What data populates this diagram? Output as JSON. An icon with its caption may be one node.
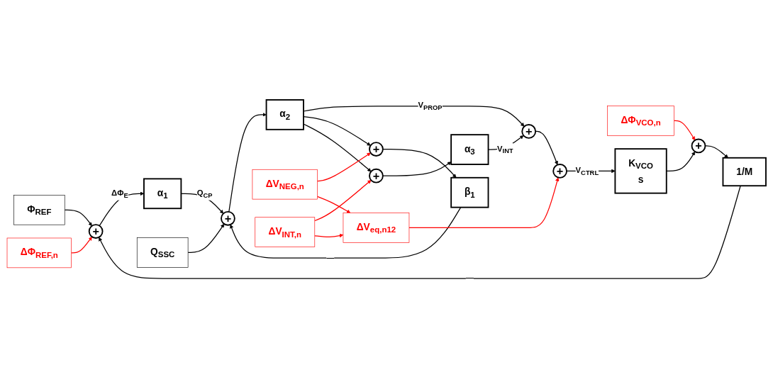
{
  "diagram": {
    "nodes": [
      {
        "text": [
          "Φ$_{REF}$"
        ]
      },
      {
        "text": [
          "ΔΦ$_{REF,n}$"
        ]
      },
      {
        "text": [
          "+"
        ]
      },
      {
        "text": [
          "α$_{1}$"
        ]
      },
      {
        "text": [
          "Q$_{SSC}$"
        ]
      },
      {
        "text": [
          "+"
        ]
      },
      {
        "text": [
          "α$_{2}$"
        ]
      },
      {
        "text": [
          "+"
        ]
      },
      {
        "text": [
          "β$_{1}$"
        ]
      },
      {
        "text": [
          "+"
        ]
      },
      {
        "text": [
          "+"
        ]
      },
      {
        "text": [
          "α$_{3}$"
        ]
      },
      {
        "text": [
          "ΔV$_{NEG,n}$"
        ]
      },
      {
        "text": [
          "ΔV$_{INT,n}$"
        ]
      },
      {
        "text": [
          "ΔΦ$_{VCO,n}$"
        ]
      },
      {
        "text": [
          "ΔV$_{eq,n12}$"
        ]
      },
      {
        "text": [
          "+"
        ]
      },
      {
        "text": [
          "1/M"
        ]
      },
      {
        "text": [
          "+"
        ]
      },
      {
        "text": [
          "K$_{VCO}$",
          "s"
        ]
      }
    ],
    "edges": [
      {
        "from": 0,
        "to": 2,
        "arrow": "to"
      },
      {
        "from": 1,
        "to": 2,
        "arrow": "to",
        "color": "#ff0000"
      },
      {
        "from": 2,
        "to": 3,
        "arrow": "to",
        "label": "ΔΦ$_{E}$"
      },
      {
        "from": 3,
        "to": 5,
        "arrow": "to",
        "label": "Q$_{CP}$"
      },
      {
        "from": 4,
        "to": 5,
        "arrow": "to"
      },
      {
        "from": 5,
        "to": 6,
        "arrow": "to"
      },
      {
        "from": 6,
        "to": 7,
        "arrow": "to",
        "label": "V$_{PROP}$"
      },
      {
        "from": 6,
        "to": 9,
        "arrow": "to"
      },
      {
        "from": 6,
        "to": 10,
        "arrow": "to"
      },
      {
        "from": 9,
        "to": 8,
        "arrow": "to"
      },
      {
        "from": 8,
        "to": 5,
        "arrow": "to",
        "label": "—"
      },
      {
        "from": 10,
        "to": 11,
        "arrow": "to"
      },
      {
        "from": 11,
        "to": 7,
        "arrow": "to",
        "label": "V$_{INT}$"
      },
      {
        "from": 12,
        "to": 9,
        "arrow": "to",
        "color": "#ff0000"
      },
      {
        "from": 13,
        "to": 10,
        "arrow": "to",
        "color": "#ff0000"
      },
      {
        "from": 12,
        "to": 15,
        "arrow": "to",
        "color": "#ff0000"
      },
      {
        "from": 13,
        "to": 15,
        "arrow": "to",
        "color": "#ff0000"
      },
      {
        "from": 15,
        "to": 16,
        "arrow": "to",
        "color": "#ff0000"
      },
      {
        "from": 7,
        "to": 16,
        "arrow": "to"
      },
      {
        "from": 16,
        "to": 19,
        "arrow": "to",
        "label": "V$_{CTRL}$"
      },
      {
        "from": 19,
        "to": 18,
        "arrow": "to"
      },
      {
        "from": 14,
        "to": 18,
        "arrow": "to",
        "color": "#ff0000"
      },
      {
        "from": 18,
        "to": 17,
        "arrow": "to"
      },
      {
        "from": 17,
        "to": 2,
        "arrow": "to",
        "label": "—"
      }
    ]
  }
}
